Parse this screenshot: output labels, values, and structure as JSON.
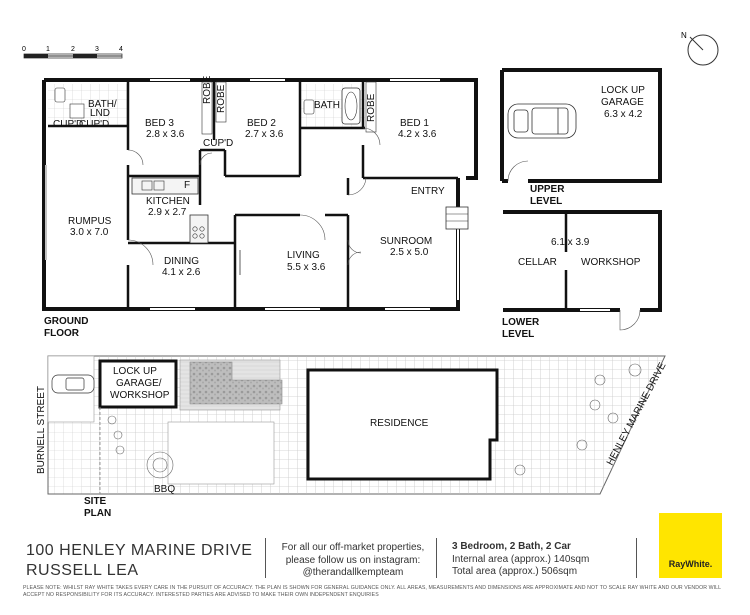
{
  "scale": {
    "ticks": [
      "0",
      "1",
      "2",
      "3",
      "4"
    ]
  },
  "levels": {
    "ground": [
      "GROUND",
      "FLOOR"
    ],
    "upper": [
      "UPPER",
      "LEVEL"
    ],
    "lower": [
      "LOWER",
      "LEVEL"
    ],
    "site": [
      "SITE",
      "PLAN"
    ]
  },
  "rooms": {
    "bath_lnd": [
      "BATH/",
      "LND"
    ],
    "cupd_a": "CUP'D",
    "cupd_b": "CUP'D",
    "cupd_c": "CUP'D",
    "bed3": {
      "name": "BED 3",
      "dims": "2.8 x 3.6"
    },
    "bed2": {
      "name": "BED 2",
      "dims": "2.7 x 3.6"
    },
    "bath": "BATH",
    "bed1": {
      "name": "BED 1",
      "dims": "4.2 x 3.6"
    },
    "robe_a": "ROBE",
    "robe_b": "ROBE",
    "robe_c": "ROBE",
    "kitchen": {
      "name": "KITCHEN",
      "dims": "2.9 x 2.7"
    },
    "rumpus": {
      "name": "RUMPUS",
      "dims": "3.0 x 7.0"
    },
    "dining": {
      "name": "DINING",
      "dims": "4.1 x 2.6"
    },
    "living": {
      "name": "LIVING",
      "dims": "5.5 x 3.6"
    },
    "sunroom": {
      "name": "SUNROOM",
      "dims": "2.5 x 5.0"
    },
    "entry": "ENTRY",
    "fridge": "F",
    "garage": {
      "name": [
        "LOCK UP",
        "GARAGE"
      ],
      "dims": "6.3 x 4.2"
    },
    "cellar_dims": "6.1 x 3.9",
    "cellar": "CELLAR",
    "workshop": "WORKSHOP"
  },
  "site": {
    "garage_workshop": [
      "LOCK UP",
      "GARAGE/",
      "WORKSHOP"
    ],
    "residence": "RESIDENCE",
    "bbq": "BBQ",
    "burnell": "BURNELL STREET",
    "henley": "HENLEY MARINE DRIVE"
  },
  "compass": "N",
  "footer": {
    "address": [
      "100 HENLEY MARINE DRIVE",
      "RUSSELL LEA"
    ],
    "instagram": [
      "For all our off-market properties,",
      "please follow us on instagram:",
      "@therandallkempteam"
    ],
    "summary": "3 Bedroom, 2 Bath, 2 Car",
    "internal": "Internal area (approx.) 140sqm",
    "total": "Total area (approx.) 506sqm",
    "disclaimer": "PLEASE NOTE: WHILST RAY WHITE TAKES EVERY CARE IN THE PURSUIT OF ACCURACY. THE PLAN IS SHOWN FOR GENERAL GUIDANCE ONLY. ALL AREAS, MEASUREMENTS AND DIMENSIONS ARE APPROXIMATE AND NOT TO SCALE RAY WHITE AND OUR VENDOR WILL ACCEPT NO RESPONSIBILITY FOR ITS ACCURACY. INTERESTED PARTIES ARE ADVISED TO MAKE THEIR OWN INDEPENDENT ENQUIRIES",
    "brand": "RayWhite.",
    "brand_color": "#ffe500"
  }
}
